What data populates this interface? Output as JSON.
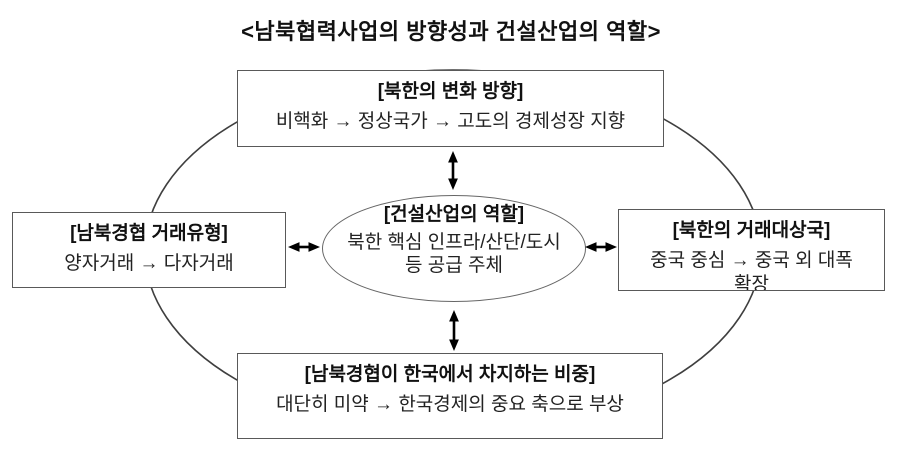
{
  "title": "<남북협력사업의 방향성과 건설산업의 역할>",
  "nodes": {
    "top": {
      "heading": "[북한의 변화 방향]",
      "content": "비핵화 → 정상국가 → 고도의 경제성장 지향"
    },
    "left": {
      "heading": "[남북경협 거래유형]",
      "content": "양자거래 → 다자거래"
    },
    "center": {
      "heading": "[건설산업의 역할]",
      "content_line1": "북한 핵심 인프라/산단/도시",
      "content_line2": "등 공급 주체"
    },
    "right": {
      "heading": "[북한의 거래대상국]",
      "content_line1": "중국 중심 → 중국 외 대폭",
      "content_line2": "확장"
    },
    "bottom": {
      "heading": "[남북경협이 한국에서 차지하는 비중]",
      "content": "대단히 미약 → 한국경제의 중요 축으로 부상"
    }
  },
  "colors": {
    "background": "#ffffff",
    "box_border": "#595959",
    "outer_curve": "#3f3f3f",
    "arrow": "#000000",
    "text": "#111111"
  }
}
